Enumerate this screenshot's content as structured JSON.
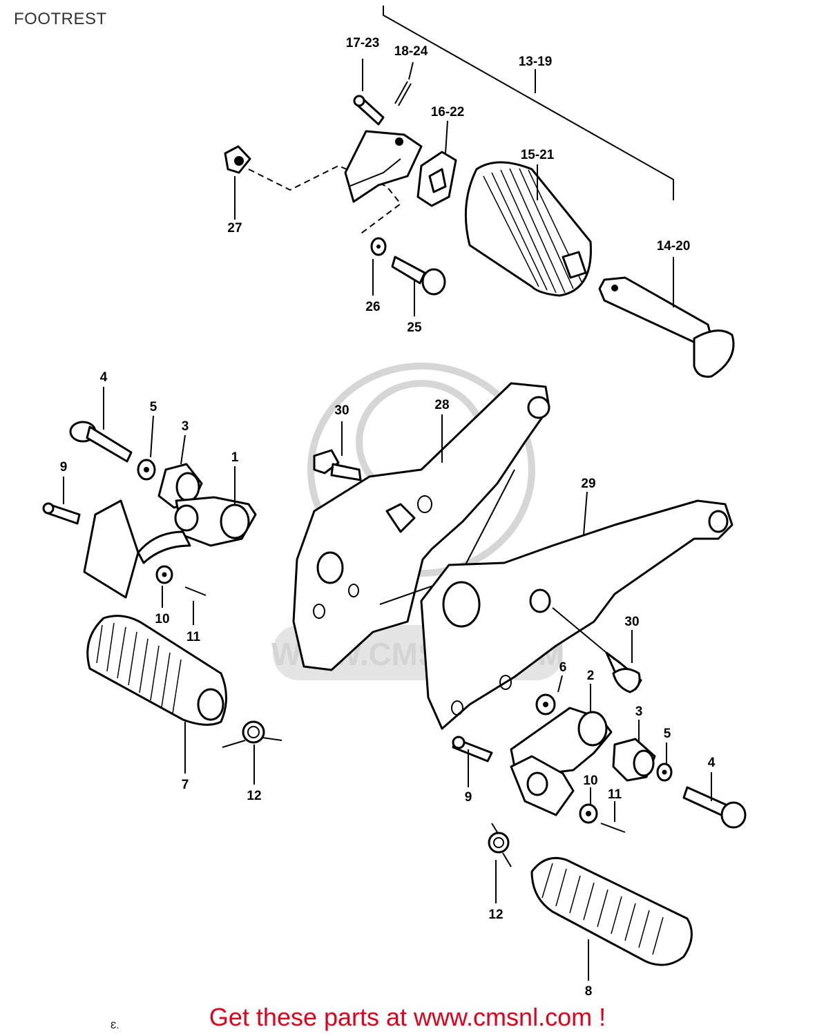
{
  "page": {
    "title": "FOOTREST",
    "footer_link": "Get these parts at www.cmsnl.com !",
    "corner_mark": "Ɛ."
  },
  "watermark": {
    "text": "WWW.CMSNL.COM"
  },
  "callouts": {
    "c_13_19": "13-19",
    "c_17_23": "17-23",
    "c_18_24": "18-24",
    "c_16_22": "16-22",
    "c_15_21": "15-21",
    "c_27": "27",
    "c_14_20": "14-20",
    "c_26": "26",
    "c_25": "25",
    "c_4a": "4",
    "c_5a": "5",
    "c_3a": "3",
    "c_1": "1",
    "c_9a": "9",
    "c_10a": "10",
    "c_11a": "11",
    "c_7": "7",
    "c_12a": "12",
    "c_30a": "30",
    "c_28": "28",
    "c_29": "29",
    "c_30b": "30",
    "c_6": "6",
    "c_2": "2",
    "c_3b": "3",
    "c_5b": "5",
    "c_4b": "4",
    "c_9b": "9",
    "c_10b": "10",
    "c_11b": "11",
    "c_12b": "12",
    "c_8": "8"
  },
  "colors": {
    "footer": "#e0001b",
    "ink": "#000000",
    "watermark": "#d4d4d4"
  }
}
